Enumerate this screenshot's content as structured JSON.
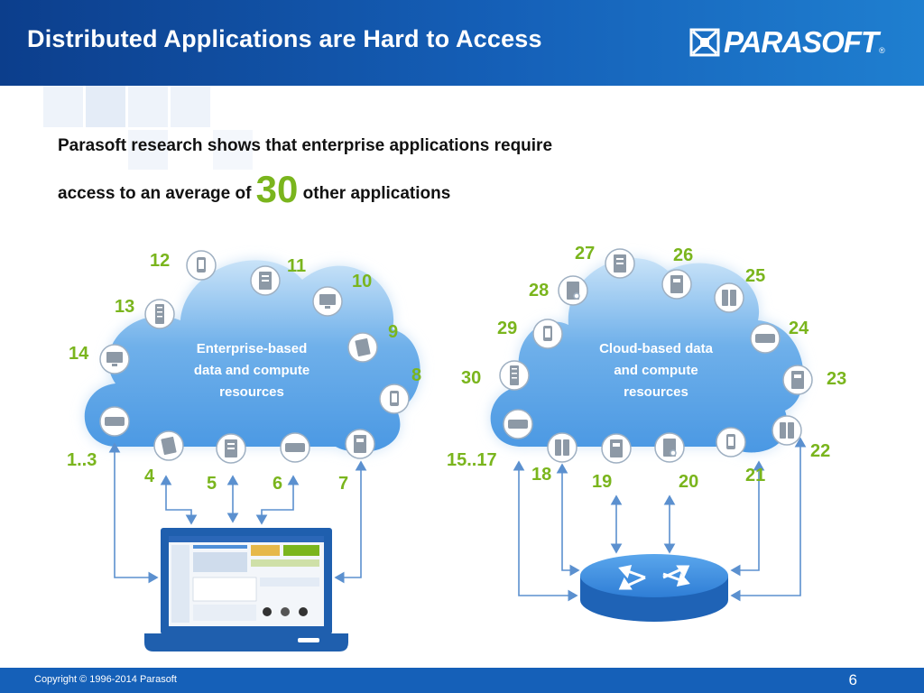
{
  "header": {
    "title": "Distributed Applications are Hard to Access",
    "logo_text": "PARASOFT",
    "logo_mark": "®"
  },
  "research": {
    "line1": "Parasoft research shows that enterprise applications require",
    "line2_pre": "access to an average of ",
    "highlight": "30",
    "line2_post": " other applications"
  },
  "enterprise_cloud": {
    "label_lines": [
      "Enterprise-based",
      "data and compute",
      "resources"
    ],
    "nodes": [
      {
        "label": "12",
        "icon": "phone-icon"
      },
      {
        "label": "11",
        "icon": "server-icon"
      },
      {
        "label": "10",
        "icon": "monitor-icon"
      },
      {
        "label": "9",
        "icon": "server-stack-icon"
      },
      {
        "label": "8",
        "icon": "phone-icon"
      },
      {
        "label": "13",
        "icon": "rack-icon"
      },
      {
        "label": "14",
        "icon": "monitor-icon"
      },
      {
        "label": "1..3",
        "icon": "router-box-icon"
      },
      {
        "label": "4",
        "icon": "server-stack-icon"
      },
      {
        "label": "5",
        "icon": "server-icon"
      },
      {
        "label": "6",
        "icon": "router-box-icon"
      },
      {
        "label": "7",
        "icon": "server-window-icon"
      }
    ]
  },
  "cloud_based": {
    "label_lines": [
      "Cloud-based data",
      "and compute",
      "resources"
    ],
    "nodes": [
      {
        "label": "27",
        "icon": "server-icon"
      },
      {
        "label": "26",
        "icon": "server-window-icon"
      },
      {
        "label": "25",
        "icon": "server-cloud-icon"
      },
      {
        "label": "28",
        "icon": "server-gear-icon"
      },
      {
        "label": "29",
        "icon": "phone-icon"
      },
      {
        "label": "24",
        "icon": "router-box-icon"
      },
      {
        "label": "30",
        "icon": "rack-icon"
      },
      {
        "label": "23",
        "icon": "server-window-icon"
      },
      {
        "label": "15..17",
        "icon": "router-box-icon"
      },
      {
        "label": "18",
        "icon": "server-cloud-icon"
      },
      {
        "label": "19",
        "icon": "server-window-icon"
      },
      {
        "label": "20",
        "icon": "server-gear-icon"
      },
      {
        "label": "21",
        "icon": "phone-icon"
      },
      {
        "label": "22",
        "icon": "server-cloud-icon"
      }
    ]
  },
  "footer": {
    "copyright": "Copyright © 1996-2014 Parasoft",
    "page": "6"
  }
}
